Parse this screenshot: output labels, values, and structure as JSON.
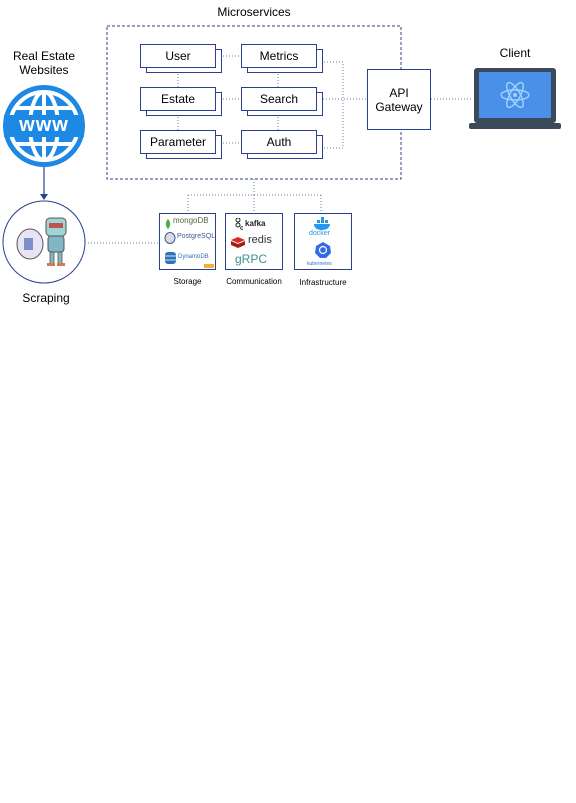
{
  "title": "Microservices",
  "left": {
    "websites_label": "Real Estate\nWebsites",
    "www_text": "www",
    "scraping_label": "Scraping"
  },
  "services": {
    "user": "User",
    "metrics": "Metrics",
    "estate": "Estate",
    "search": "Search",
    "parameter": "Parameter",
    "auth": "Auth"
  },
  "gateway": {
    "label": "API\nGateway"
  },
  "client": {
    "label": "Client"
  },
  "tech": {
    "storage": {
      "caption": "Storage",
      "items": [
        "mongoDB",
        "PostgreSQL",
        "DynamoDB"
      ]
    },
    "communication": {
      "caption": "Communication",
      "items": [
        "kafka",
        "redis",
        "gRPC"
      ]
    },
    "infrastructure": {
      "caption": "Infrastructure",
      "items": [
        "docker",
        "kubernetes"
      ]
    }
  },
  "colors": {
    "border": "#2b3f8f",
    "globe": "#1e88e5",
    "client_screen": "#4a8fe8",
    "laptop": "#3b4a5a"
  }
}
